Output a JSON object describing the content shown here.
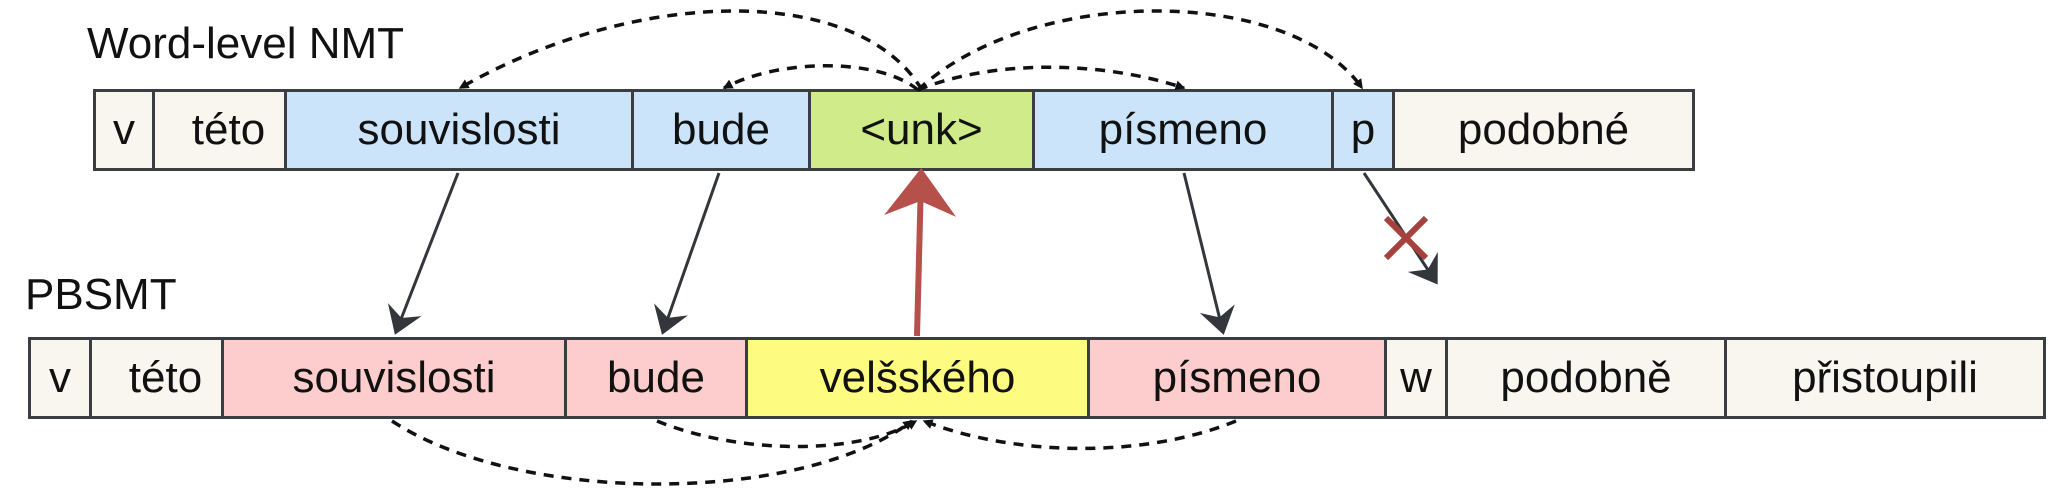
{
  "rows": {
    "nmt": {
      "label": "Word-level NMT",
      "tokens": [
        {
          "text": "v",
          "kind": "plain"
        },
        {
          "text": "této",
          "kind": "plain"
        },
        {
          "text": "souvislosti",
          "kind": "aligned"
        },
        {
          "text": "bude",
          "kind": "aligned"
        },
        {
          "text": "<unk>",
          "kind": "unk"
        },
        {
          "text": "písmeno",
          "kind": "aligned"
        },
        {
          "text": "p",
          "kind": "aligned"
        },
        {
          "text": "podobné",
          "kind": "plain"
        }
      ]
    },
    "pbsmt": {
      "label": "PBSMT",
      "tokens": [
        {
          "text": "v",
          "kind": "plain"
        },
        {
          "text": "této",
          "kind": "plain"
        },
        {
          "text": "souvislosti",
          "kind": "aligned"
        },
        {
          "text": "bude",
          "kind": "aligned"
        },
        {
          "text": "velšského",
          "kind": "replacement"
        },
        {
          "text": "písmeno",
          "kind": "aligned"
        },
        {
          "text": "w",
          "kind": "plain"
        },
        {
          "text": "podobně",
          "kind": "plain"
        },
        {
          "text": "přistoupili",
          "kind": "plain"
        }
      ]
    }
  },
  "colors": {
    "plain": "#f8f6ee",
    "nmt_aligned": "#cce4fa",
    "unk": "#cfeb8a",
    "pbsmt_aligned": "#fdcccc",
    "replacement": "#fdfb80",
    "border": "#3a3d42",
    "arrow": "#33363b",
    "red_arrow": "#b5504a",
    "cross": "#a6423d"
  },
  "icons": {
    "rejected": "cross-icon"
  }
}
